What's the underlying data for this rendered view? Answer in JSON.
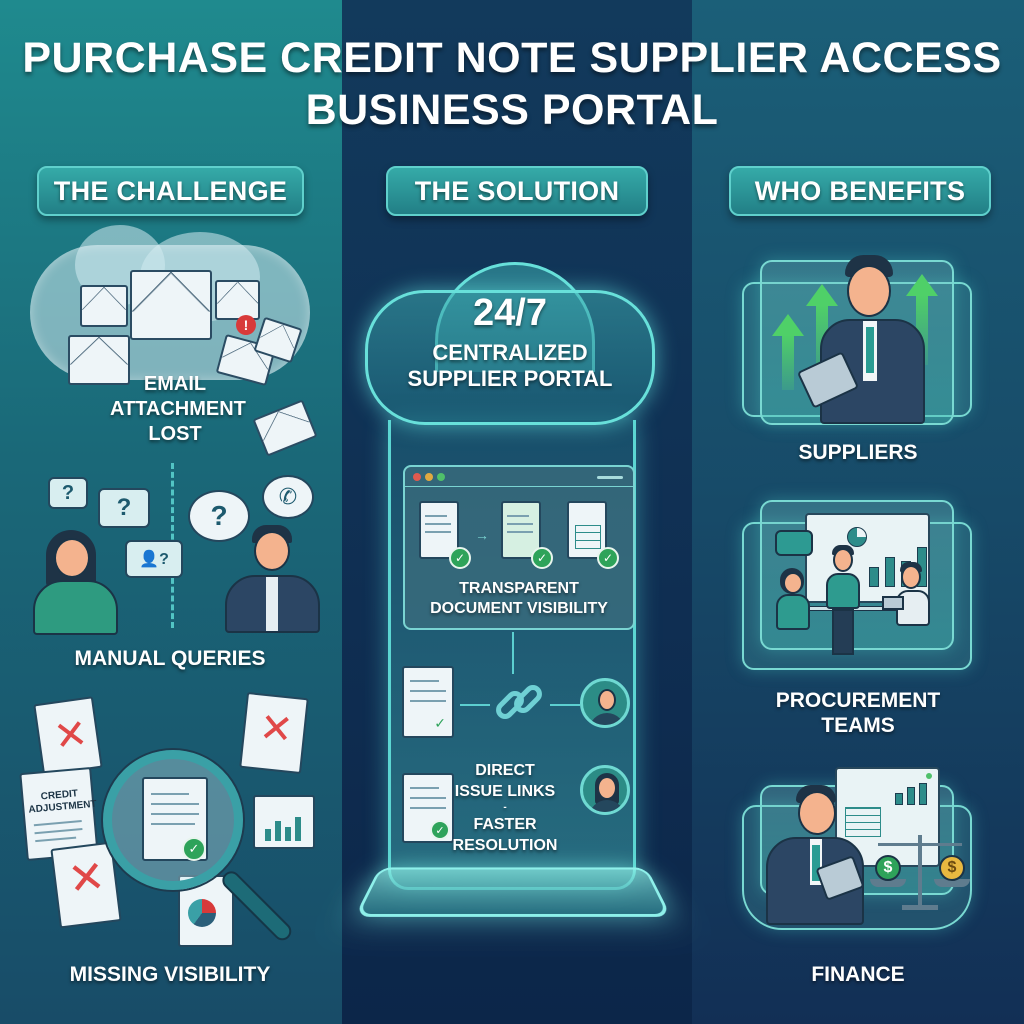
{
  "title": {
    "line1": "PURCHASE CREDIT NOTE SUPPLIER ACCESS",
    "line2": "BUSINESS PORTAL"
  },
  "colors": {
    "left_bg": "#1f8a8e",
    "mid_bg": "#0f2e52",
    "right_bg": "#174a68",
    "pill": "#2a9497",
    "accent_glow": "#68e0da",
    "alert_red": "#d83a3a",
    "check_green": "#2ea35a",
    "arrow_green": "#4fd068"
  },
  "sections": {
    "challenge": {
      "header": "THE CHALLENGE",
      "items": [
        {
          "label_lines": [
            "EMAIL",
            "ATTACHMENT",
            "LOST"
          ],
          "icon": "envelope-cloud-icon"
        },
        {
          "label_lines": [
            "MANUAL QUERIES"
          ],
          "icon": "question-bubbles-icon"
        },
        {
          "label_lines": [
            "MISSING VISIBILITY"
          ],
          "icon": "magnifier-documents-icon"
        }
      ],
      "doc_note": [
        "CREDIT",
        "ADJUSTMENT"
      ],
      "alert_glyph": "!",
      "question_glyph": "?"
    },
    "solution": {
      "header": "THE SOLUTION",
      "portal": {
        "big": "24/7",
        "sub_line1": "CENTRALIZED",
        "sub_line2": "SUPPLIER PORTAL"
      },
      "browser_label_line1": "TRANSPARENT",
      "browser_label_line2": "DOCUMENT VISIBILITY",
      "links_line1": "DIRECT",
      "links_line2": "ISSUE LINKS",
      "links_sep": "-",
      "links_line3": "FASTER",
      "links_line4": "RESOLUTION"
    },
    "benefits": {
      "header": "WHO BENEFITS",
      "items": [
        {
          "label_lines": [
            "SUPPLIERS"
          ],
          "icon": "supplier-growth-icon"
        },
        {
          "label_lines": [
            "PROCUREMENT",
            "TEAMS"
          ],
          "icon": "team-meeting-icon"
        },
        {
          "label_lines": [
            "FINANCE"
          ],
          "icon": "finance-scale-icon"
        }
      ],
      "currency_glyph": "$"
    }
  }
}
